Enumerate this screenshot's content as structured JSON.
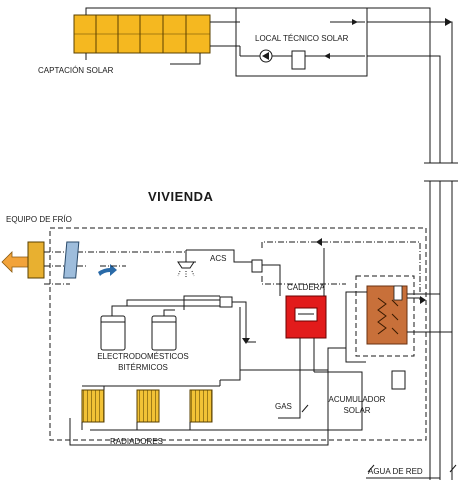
{
  "labels": {
    "captacion_solar": "CAPTACIÓN SOLAR",
    "local_tecnico_solar": "LOCAL TÉCNICO SOLAR",
    "vivienda": "VIVIENDA",
    "equipo_de_frio": "EQUIPO DE FRÍO",
    "acs": "ACS",
    "caldera": "CALDERA",
    "electrodomesticos_line1": "ELECTRODOMÉSTICOS",
    "electrodomesticos_line2": "BITÉRMICOS",
    "gas": "GAS",
    "acumulador_line1": "ACUMULADOR",
    "acumulador_line2": "SOLAR",
    "radiadores": "RADIADORES",
    "agua_de_red": "AGUA DE RED"
  },
  "colors": {
    "collector_fill": "#f5b820",
    "cooling_unit_fill": "#e8b030",
    "heat_exchanger_fill": "#9ebddc",
    "boiler_fill": "#e21b1b",
    "accumulator_fill": "#c8703a",
    "radiator_fill": "#f2c236",
    "arrow_fill": "#f2a33a",
    "line": "#1a1a1a"
  },
  "counts": {
    "collector_panels": 6,
    "radiators": 3,
    "appliances": 2
  }
}
